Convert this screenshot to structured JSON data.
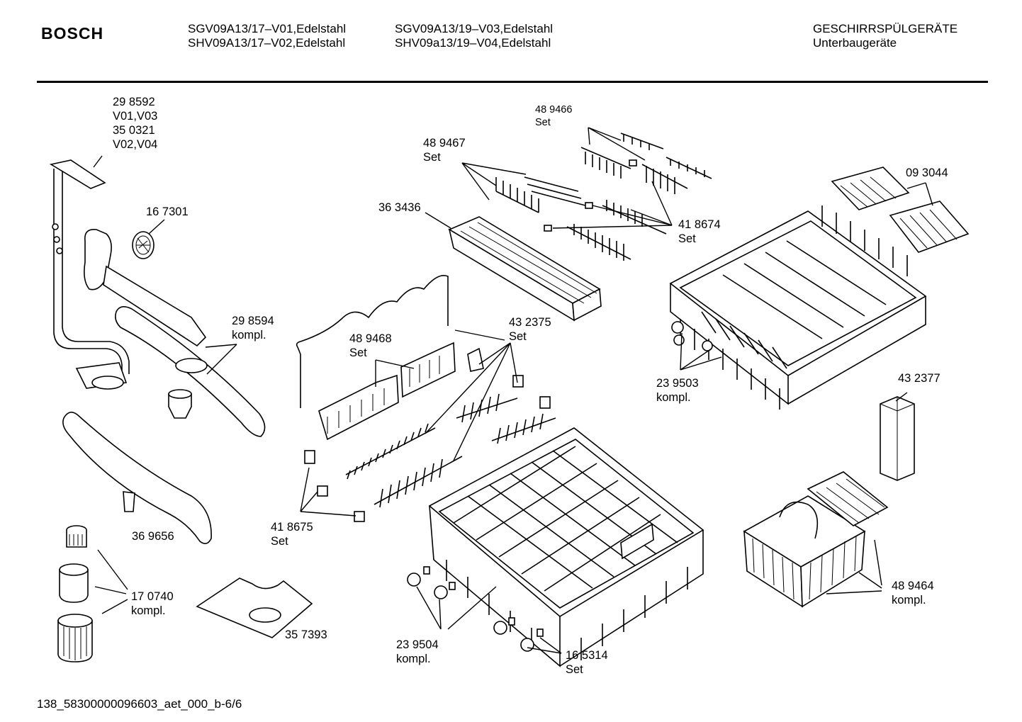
{
  "header": {
    "brand": "BOSCH",
    "models_col1_line1": "SGV09A13/17–V01,Edelstahl",
    "models_col1_line2": "SHV09A13/17–V02,Edelstahl",
    "models_col2_line1": "SGV09A13/19–V03,Edelstahl",
    "models_col2_line2": "SHV09a13/19–V04,Edelstahl",
    "category_line1": "GESCHIRRSPÜLGERÄTE",
    "category_line2": "Unterbaugeräte"
  },
  "parts": [
    {
      "id": "p298592",
      "text": "29 8592\nV01,V03\n35 0321\nV02,V04"
    },
    {
      "id": "p167301",
      "text": "16 7301"
    },
    {
      "id": "p298594",
      "text": "29 8594\nkompl."
    },
    {
      "id": "p369656",
      "text": "36 9656"
    },
    {
      "id": "p170740",
      "text": "17 0740\nkompl."
    },
    {
      "id": "p357393",
      "text": "35 7393"
    },
    {
      "id": "p489467",
      "text": "48 9467\nSet"
    },
    {
      "id": "p489466",
      "text": "48 9466\nSet"
    },
    {
      "id": "p363436",
      "text": "36 3436"
    },
    {
      "id": "p418674",
      "text": "41 8674\nSet"
    },
    {
      "id": "p093044",
      "text": "09 3044"
    },
    {
      "id": "p489468",
      "text": "48 9468\nSet"
    },
    {
      "id": "p432375",
      "text": "43 2375\nSet"
    },
    {
      "id": "p239503",
      "text": "23 9503\nkompl."
    },
    {
      "id": "p432377",
      "text": "43 2377"
    },
    {
      "id": "p418675",
      "text": "41 8675\nSet"
    },
    {
      "id": "p239504",
      "text": "23 9504\nkompl."
    },
    {
      "id": "p165314",
      "text": "16 5314\nSet"
    },
    {
      "id": "p489464",
      "text": "48 9464\nkompl."
    }
  ],
  "footer": {
    "doc_id": "138_58300000096603_aet_000_b-6/6"
  }
}
